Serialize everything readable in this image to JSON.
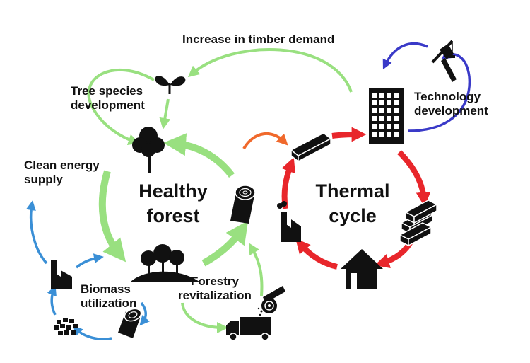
{
  "labels": {
    "increase_timber_demand": "Increase in timber demand",
    "tree_species_line1": "Tree species",
    "tree_species_line2": "development",
    "technology_line1": "Technology",
    "technology_line2": "development",
    "clean_energy_line1": "Clean energy",
    "clean_energy_line2": "supply",
    "healthy_forest_line1": "Healthy",
    "healthy_forest_line2": "forest",
    "thermal_cycle_line1": "Thermal",
    "thermal_cycle_line2": "cycle",
    "biomass_line1": "Biomass",
    "biomass_line2": "utilization",
    "forestry_line1": "Forestry",
    "forestry_line2": "revitalization"
  },
  "colors": {
    "forest_cycle_arrows": "#99e080",
    "thermal_cycle_arrows": "#e8262b",
    "timber_arrow": "#f0692c",
    "technology_arrows": "#3a3ac8",
    "biomass_arrows": "#3a8fd6",
    "icons": "#111111"
  },
  "icons": [
    "sprout-icon",
    "tree-icon",
    "hammer-icon",
    "building-icon",
    "timber-beam-icon",
    "stacked-lumber-icon",
    "house-icon",
    "factory-icon",
    "log-icon",
    "forest-grove-icon",
    "truck-icon",
    "log-cutter-icon",
    "wood-pellets-icon"
  ]
}
